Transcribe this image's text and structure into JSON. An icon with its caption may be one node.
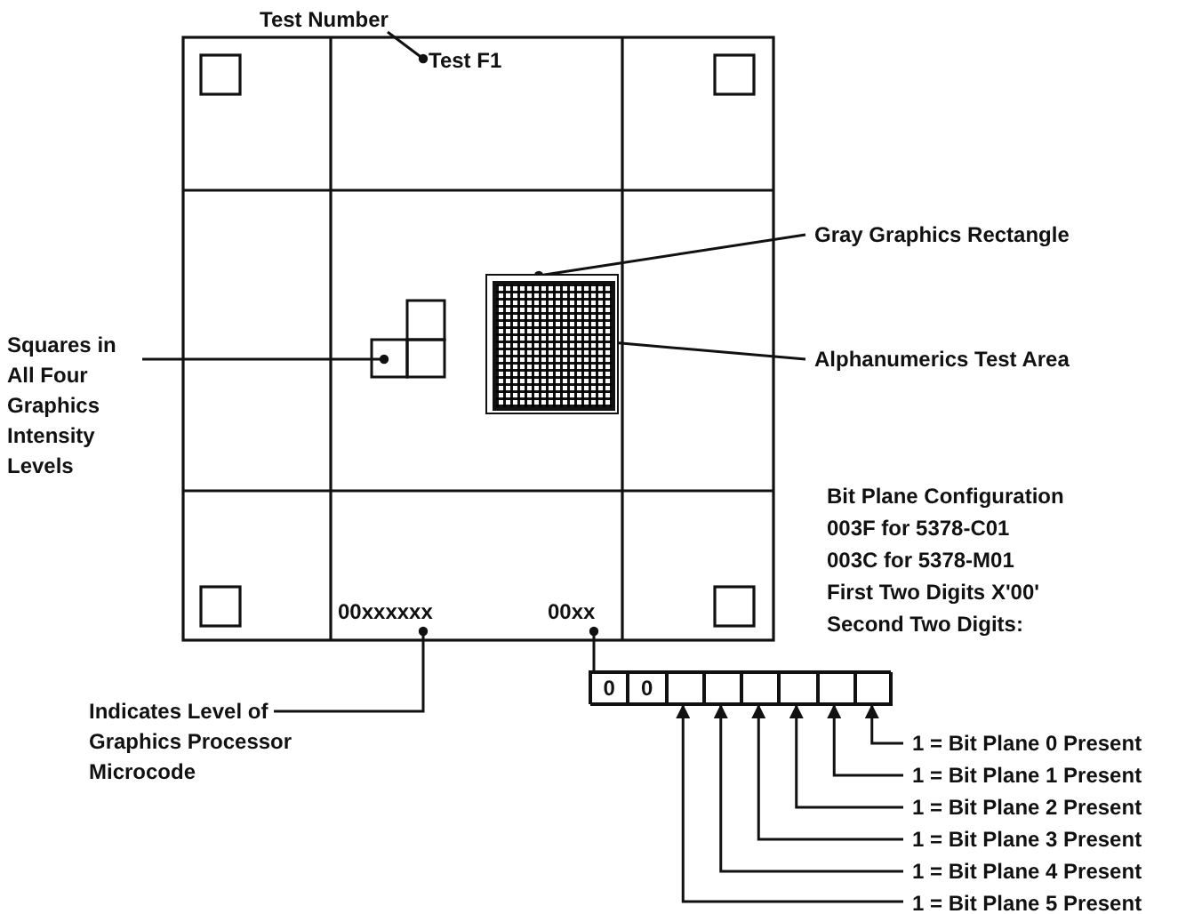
{
  "diagram": {
    "nodes": [
      {
        "text": [
          "Test Number"
        ]
      },
      {
        "text": [
          "Test F1"
        ]
      },
      {
        "text": [
          "Squares in All Four Graphics Intensity Levels"
        ]
      },
      {
        "text": [],
        "shape": "box"
      },
      {
        "text": [
          "Gray Graphics Rectangle"
        ]
      },
      {
        "text": [],
        "shape": "box"
      },
      {
        "text": [
          "Alphanumerics Test Area"
        ]
      },
      {
        "text": [],
        "shape": "box",
        "in": 5
      },
      {
        "text": [
          "00xxxxxx"
        ]
      },
      {
        "text": [
          "Indicates Level of Graphics Processor Microcode"
        ]
      },
      {
        "text": [
          "00xx"
        ]
      },
      {
        "text": [],
        "shape": "box"
      },
      {
        "text": [
          "0"
        ],
        "in": 11
      },
      {
        "text": [
          "0"
        ],
        "in": 11
      },
      {
        "text": [],
        "shape": "box",
        "in": 11
      },
      {
        "text": [],
        "shape": "box",
        "in": 11
      },
      {
        "text": [],
        "shape": "box",
        "in": 11
      },
      {
        "text": [],
        "shape": "box",
        "in": 11
      },
      {
        "text": [],
        "shape": "box",
        "in": 11
      },
      {
        "text": [],
        "shape": "box",
        "in": 11
      },
      {
        "text": [
          "1 = Bit Plane 0 Present"
        ]
      },
      {
        "text": [
          "1 = Bit Plane 1 Present"
        ]
      },
      {
        "text": [
          "1 = Bit Plane 2 Present"
        ]
      },
      {
        "text": [
          "1 = Bit Plane 3 Present"
        ]
      },
      {
        "text": [
          "1 = Bit Plane 4 Present"
        ]
      },
      {
        "text": [
          "1 = Bit Plane 5 Present"
        ]
      }
    ],
    "edges": [
      {
        "from": 0,
        "to": 1,
        "arrow": "other"
      },
      {
        "from": 2,
        "to": 3,
        "arrow": "other"
      },
      {
        "from": 4,
        "to": 5,
        "arrow": "other"
      },
      {
        "from": 6,
        "to": 7,
        "arrow": "other"
      },
      {
        "from": 9,
        "to": 8,
        "arrow": "other"
      },
      {
        "from": 11,
        "to": 10,
        "arrow": "other"
      },
      {
        "from": 20,
        "to": 19,
        "arrow": "to"
      },
      {
        "from": 21,
        "to": 18,
        "arrow": "to"
      },
      {
        "from": 22,
        "to": 17,
        "arrow": "to"
      },
      {
        "from": 23,
        "to": 16,
        "arrow": "to"
      },
      {
        "from": 24,
        "to": 15,
        "arrow": "to"
      },
      {
        "from": 25,
        "to": 14,
        "arrow": "to"
      }
    ],
    "labels": [
      "Bit Plane Configuration",
      "003F for 5378-C01",
      "003C for 5378-M01",
      "First Two Digits X'00'",
      "Second Two Digits:"
    ]
  }
}
